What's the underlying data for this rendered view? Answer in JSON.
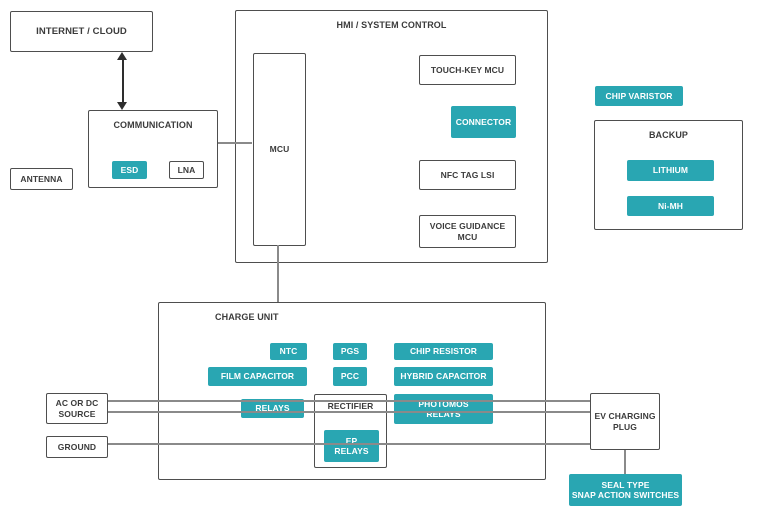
{
  "colors": {
    "accent_teal": "#29a6b2",
    "box_border": "#4e4e4e",
    "text_dark": "#3b3b3b",
    "chip_text": "#ffffff",
    "connector_line": "#8a8a8a",
    "arrow": "#2e2e2e"
  },
  "top": {
    "internet_cloud": "INTERNET / CLOUD",
    "antenna": "ANTENNA",
    "communication": {
      "title": "COMMUNICATION",
      "esd": "ESD",
      "lna": "LNA"
    }
  },
  "hmi": {
    "title": "HMI / SYSTEM CONTROL",
    "mcu": "MCU",
    "touch_key_mcu": "TOUCH-KEY MCU",
    "connector": "CONNECTOR",
    "nfc_tag_lsi": "NFC TAG LSI",
    "voice_guidance_mcu": "VOICE GUIDANCE\nMCU"
  },
  "right": {
    "chip_varistor": "CHIP VARISTOR",
    "backup": {
      "title": "BACKUP",
      "lithium": "LITHIUM",
      "ni_mh": "Ni-MH"
    }
  },
  "charge_unit": {
    "title": "CHARGE UNIT",
    "ntc": "NTC",
    "pgs": "PGS",
    "chip_resistor": "CHIP RESISTOR",
    "film_capacitor": "FILM CAPACITOR",
    "pcc": "PCC",
    "hybrid_capacitor": "HYBRID CAPACITOR",
    "relays": "RELAYS",
    "rectifier": "RECTIFIER",
    "ep_relays": "EP\nRELAYS",
    "photomos_relays": "PHOTOMOS\nRELAYS"
  },
  "io": {
    "ac_or_dc_source": "AC OR DC\nSOURCE",
    "ground": "GROUND",
    "ev_charging_plug": "EV CHARGING\nPLUG",
    "seal_type_switches": "SEAL TYPE\nSNAP ACTION SWITCHES"
  }
}
